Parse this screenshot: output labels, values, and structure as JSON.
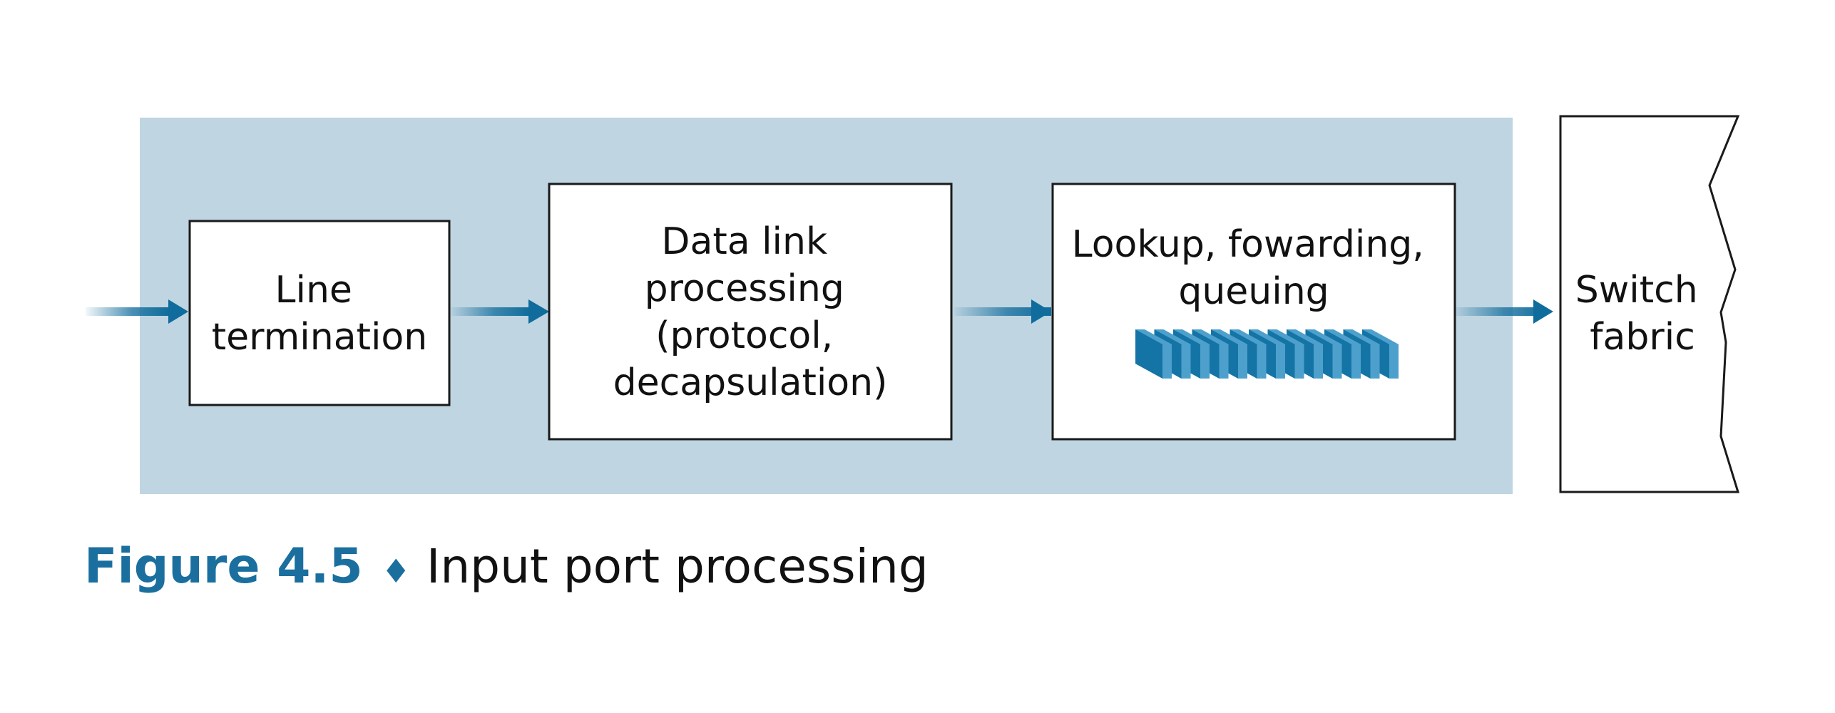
{
  "colors": {
    "panel": "#bfd5e1",
    "arrow": "#0f6c9c",
    "box_border": "#1a1a1a",
    "queue_front": "#1574a6",
    "queue_side": "#4ea0cc",
    "caption_accent": "#1a6f9f"
  },
  "boxes": {
    "line_termination": [
      "Line",
      "termination"
    ],
    "data_link": [
      "Data link",
      "processing",
      "(protocol,",
      "decapsulation)"
    ],
    "lookup": [
      "Lookup, fowarding,",
      "queuing"
    ],
    "switch_fabric": [
      "Switch",
      "fabric"
    ]
  },
  "caption": {
    "label": "Figure 4.5",
    "separator": "♦",
    "text": "Input port processing"
  }
}
